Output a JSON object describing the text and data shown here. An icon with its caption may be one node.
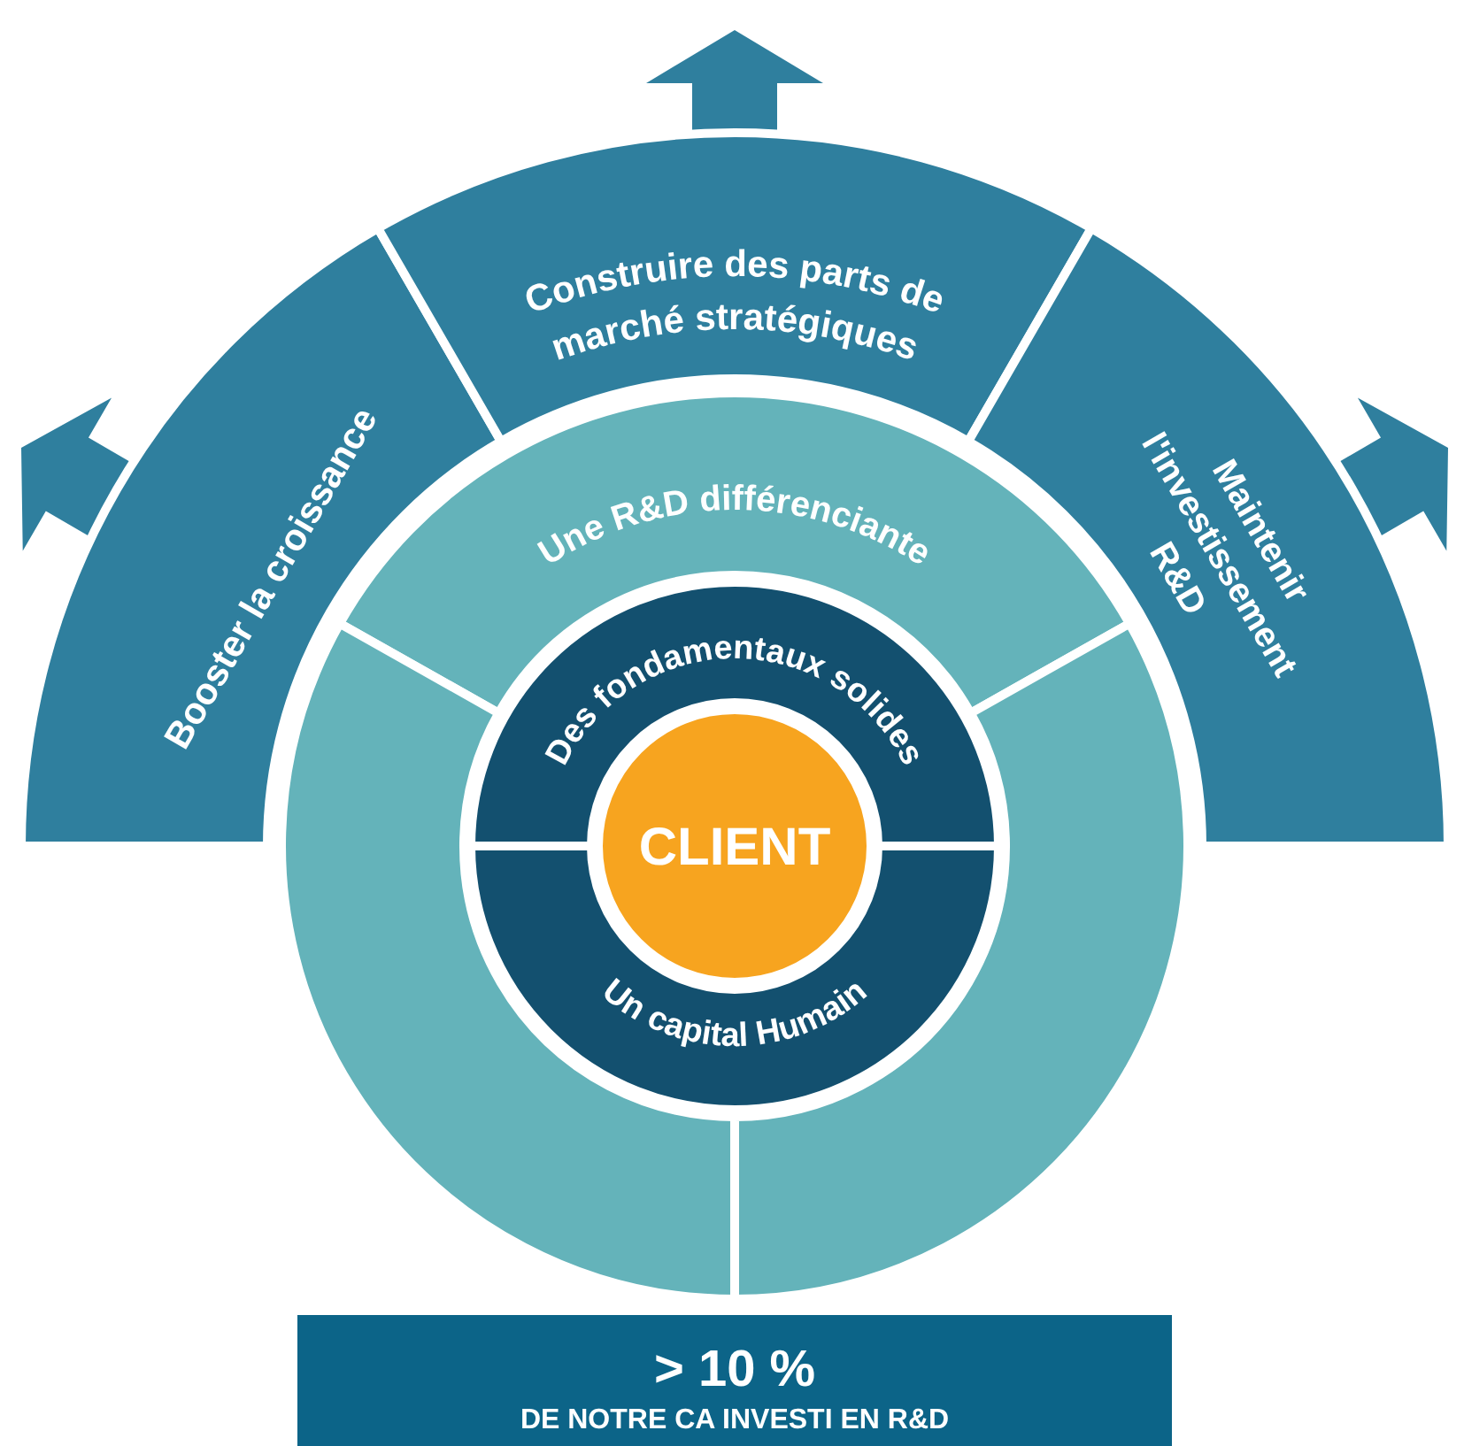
{
  "diagram": {
    "nodes": [
      {
        "text": [
          "Booster la croissance"
        ]
      },
      {
        "text": [
          "Construire des parts de marché stratégiques"
        ]
      },
      {
        "text": [
          "Maintenir l'investissement R&D"
        ]
      },
      {
        "text": [
          "Une R&D différenciante"
        ]
      },
      {
        "text": [],
        "shape": "arc"
      },
      {
        "text": [],
        "shape": "arc"
      },
      {
        "text": [
          "Des fondamentaux solides"
        ]
      },
      {
        "text": [
          "Un capital Humain"
        ]
      },
      {
        "text": [
          "CLIENT"
        ]
      },
      {
        "text": [
          "> 10 %",
          "DE NOTRE CA INVESTI EN R&D"
        ]
      }
    ]
  }
}
